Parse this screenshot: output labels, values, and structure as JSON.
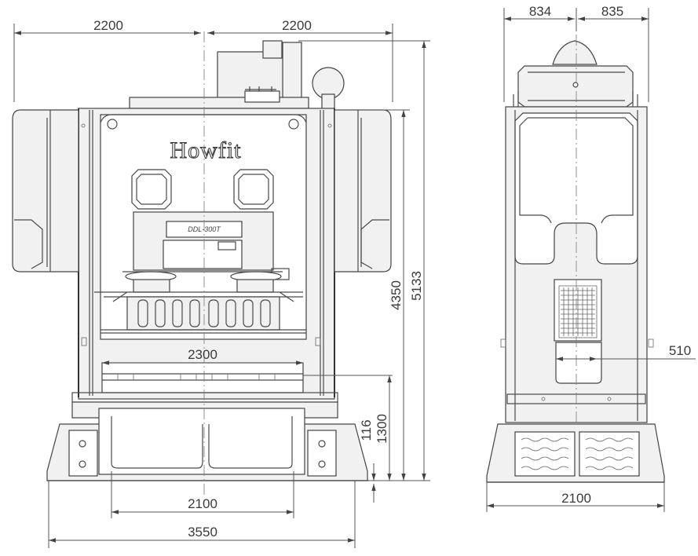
{
  "brand": {
    "logo_text": "Howfit",
    "plate_text": "DDL-300T"
  },
  "front_view": {
    "dimensions": {
      "left_half_width": "2200",
      "right_half_width": "2200",
      "slide_width": "2300",
      "base_inner_width": "2100",
      "base_overall_width": "3550",
      "height_to_frame_top": "4350",
      "overall_height": "5133",
      "bolster_height": "1300",
      "base_height": "116"
    }
  },
  "side_view": {
    "dimensions": {
      "left_offset": "834",
      "right_offset": "835",
      "window_width": "510",
      "base_width": "2100"
    }
  },
  "colors": {
    "line": "#4a4a4a",
    "fill": "#f1f1f1",
    "background": "#ffffff"
  }
}
